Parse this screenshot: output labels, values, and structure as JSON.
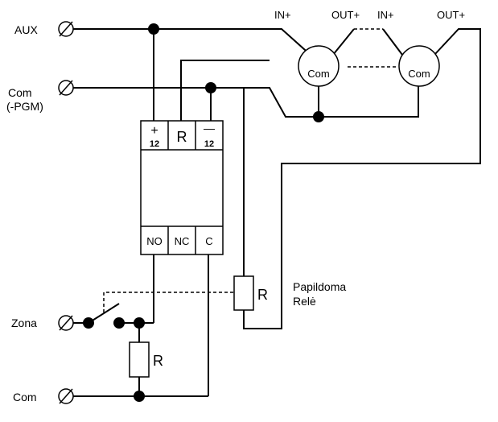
{
  "terminals": {
    "aux": "AUX",
    "com_pgm_line1": "Com",
    "com_pgm_line2": "(-PGM)",
    "zona": "Zona",
    "com": "Com"
  },
  "relay": {
    "plus_label": "+",
    "plus_value": "12",
    "r_label": "R",
    "minus_label": "—",
    "minus_value": "12",
    "no_label": "NO",
    "nc_label": "NC",
    "c_label": "C"
  },
  "detectors": {
    "in1": "IN+",
    "out1": "OUT+",
    "in2": "IN+",
    "out2": "OUT+",
    "com1": "Com",
    "com2": "Com"
  },
  "resistors": {
    "r_right": "R",
    "r_bottom": "R"
  },
  "notes": {
    "papildoma": "Papildoma",
    "rele": "Relė"
  }
}
